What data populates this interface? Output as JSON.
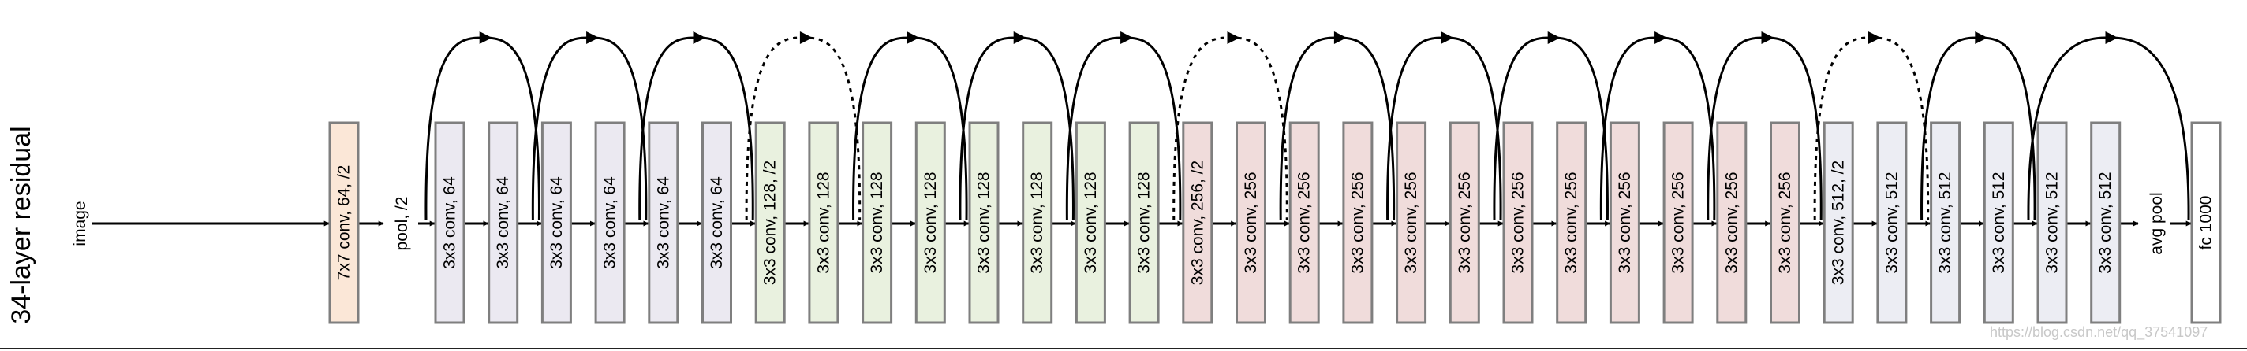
{
  "title": "34-layer residual",
  "input_label": "image",
  "pool_label": "pool, /2",
  "avgpool_label": "avg pool",
  "watermark": "https://blog.csdn.net/qq_37541097",
  "colors": {
    "conv1": "#fbe7d7",
    "stage1": "#ebe9f1",
    "stage2": "#e9f1df",
    "stage3": "#f0dcdb",
    "stage4": "#ecedf3",
    "fc": "#ffffff",
    "border": "#7f7f7f"
  },
  "blocks": [
    {
      "label": "7x7 conv, 64, /2",
      "color": "conv1"
    },
    {
      "label": "3x3 conv, 64",
      "color": "stage1"
    },
    {
      "label": "3x3 conv, 64",
      "color": "stage1"
    },
    {
      "label": "3x3 conv, 64",
      "color": "stage1"
    },
    {
      "label": "3x3 conv, 64",
      "color": "stage1"
    },
    {
      "label": "3x3 conv, 64",
      "color": "stage1"
    },
    {
      "label": "3x3 conv, 64",
      "color": "stage1"
    },
    {
      "label": "3x3 conv, 128, /2",
      "color": "stage2"
    },
    {
      "label": "3x3 conv, 128",
      "color": "stage2"
    },
    {
      "label": "3x3 conv, 128",
      "color": "stage2"
    },
    {
      "label": "3x3 conv, 128",
      "color": "stage2"
    },
    {
      "label": "3x3 conv, 128",
      "color": "stage2"
    },
    {
      "label": "3x3 conv, 128",
      "color": "stage2"
    },
    {
      "label": "3x3 conv, 128",
      "color": "stage2"
    },
    {
      "label": "3x3 conv, 128",
      "color": "stage2"
    },
    {
      "label": "3x3 conv, 256, /2",
      "color": "stage3"
    },
    {
      "label": "3x3 conv, 256",
      "color": "stage3"
    },
    {
      "label": "3x3 conv, 256",
      "color": "stage3"
    },
    {
      "label": "3x3 conv, 256",
      "color": "stage3"
    },
    {
      "label": "3x3 conv, 256",
      "color": "stage3"
    },
    {
      "label": "3x3 conv, 256",
      "color": "stage3"
    },
    {
      "label": "3x3 conv, 256",
      "color": "stage3"
    },
    {
      "label": "3x3 conv, 256",
      "color": "stage3"
    },
    {
      "label": "3x3 conv, 256",
      "color": "stage3"
    },
    {
      "label": "3x3 conv, 256",
      "color": "stage3"
    },
    {
      "label": "3x3 conv, 256",
      "color": "stage3"
    },
    {
      "label": "3x3 conv, 256",
      "color": "stage3"
    },
    {
      "label": "3x3 conv, 512, /2",
      "color": "stage4"
    },
    {
      "label": "3x3 conv, 512",
      "color": "stage4"
    },
    {
      "label": "3x3 conv, 512",
      "color": "stage4"
    },
    {
      "label": "3x3 conv, 512",
      "color": "stage4"
    },
    {
      "label": "3x3 conv, 512",
      "color": "stage4"
    },
    {
      "label": "3x3 conv, 512",
      "color": "stage4"
    },
    {
      "label": "fc 1000",
      "color": "fc"
    }
  ],
  "skips": [
    {
      "from": 1,
      "to": 3,
      "type": "identity"
    },
    {
      "from": 3,
      "to": 5,
      "type": "identity"
    },
    {
      "from": 5,
      "to": 7,
      "type": "identity"
    },
    {
      "from": 7,
      "to": 9,
      "type": "projection"
    },
    {
      "from": 9,
      "to": 11,
      "type": "identity"
    },
    {
      "from": 11,
      "to": 13,
      "type": "identity"
    },
    {
      "from": 13,
      "to": 15,
      "type": "identity"
    },
    {
      "from": 15,
      "to": 17,
      "type": "projection"
    },
    {
      "from": 17,
      "to": 19,
      "type": "identity"
    },
    {
      "from": 19,
      "to": 21,
      "type": "identity"
    },
    {
      "from": 21,
      "to": 23,
      "type": "identity"
    },
    {
      "from": 23,
      "to": 25,
      "type": "identity"
    },
    {
      "from": 25,
      "to": 27,
      "type": "identity"
    },
    {
      "from": 27,
      "to": 29,
      "type": "projection"
    },
    {
      "from": 29,
      "to": 31,
      "type": "identity"
    },
    {
      "from": 31,
      "to": 33,
      "type": "identity"
    }
  ]
}
